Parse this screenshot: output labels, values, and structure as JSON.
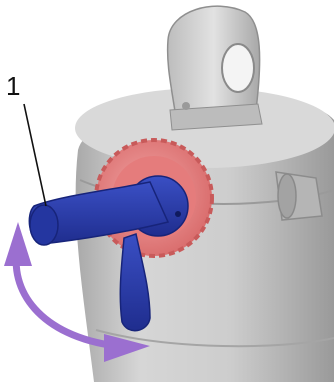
{
  "figure": {
    "callouts": [
      {
        "number": "1",
        "target": "lever-handle"
      }
    ],
    "colors": {
      "housing": "#c9c9c9",
      "housing_shadow": "#9d9d9d",
      "collar": "#e98080",
      "lever": "#2c3ea6",
      "lever_shadow": "#1c2a82",
      "rotation_arrow": "#9b6fd0",
      "leader_line": "#111111"
    },
    "icons": {
      "rotation_arrow": "curved-double-arrow"
    }
  }
}
